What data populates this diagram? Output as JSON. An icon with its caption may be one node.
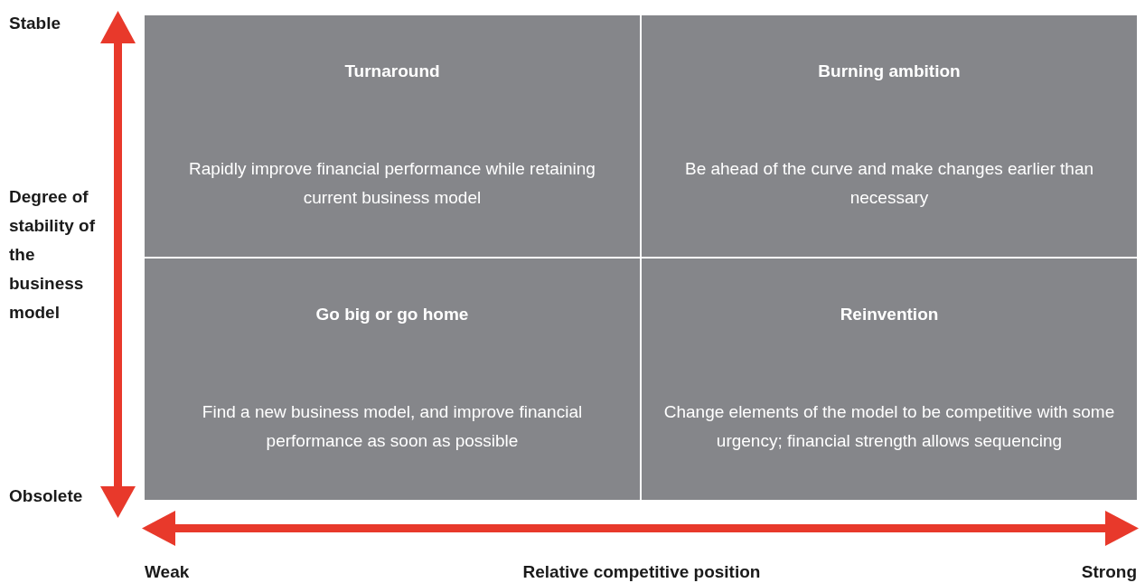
{
  "diagram": {
    "nodes": [
      {
        "text": [
          "Turnaround",
          "Rapidly improve financial performance while retaining current business model"
        ]
      },
      {
        "text": [
          "Burning ambition",
          "Be ahead of the curve and make changes earlier than necessary"
        ]
      },
      {
        "text": [
          "Go big or go home",
          "Find a new business model, and improve financial performance as soon as possible"
        ]
      },
      {
        "text": [
          "Reinvention",
          "Change elements of the model to be competitive with some urgency; financial strength allows sequencing"
        ]
      }
    ],
    "labels": [
      "Stable",
      "Degree of stability of the business model",
      "Obsolete",
      "Weak",
      "Relative competitive position",
      "Strong"
    ]
  }
}
